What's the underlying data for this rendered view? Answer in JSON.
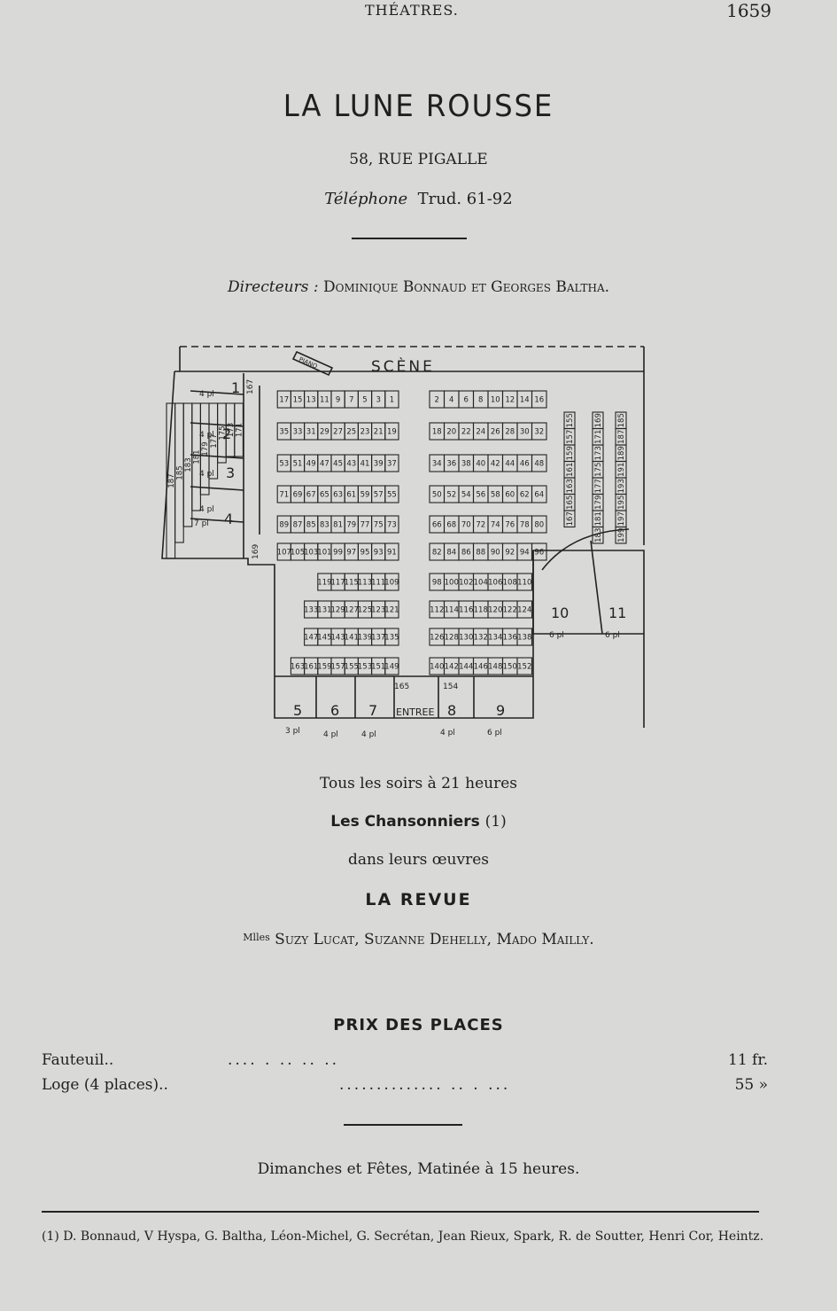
{
  "running_head": "THÉATRES.",
  "page_number": "1659",
  "title": "LA LUNE ROUSSE",
  "address": "58, RUE PIGALLE",
  "telephone": {
    "label": "Téléphone",
    "value": "Trud. 61-92"
  },
  "directors": {
    "label": "Directeurs :",
    "text": "Dominique Bonnaud et Georges Baltha."
  },
  "plan": {
    "scene": "SCÈNE",
    "piano": "PIANO",
    "entrance": "ENTREE",
    "rows_left": [
      [
        "17",
        "15",
        "13",
        "11",
        "9",
        "7",
        "5",
        "3",
        "1"
      ],
      [
        "35",
        "33",
        "31",
        "29",
        "27",
        "25",
        "23",
        "21",
        "19"
      ],
      [
        "53",
        "51",
        "49",
        "47",
        "45",
        "43",
        "41",
        "39",
        "37"
      ],
      [
        "71",
        "69",
        "67",
        "65",
        "63",
        "61",
        "59",
        "57",
        "55"
      ],
      [
        "89",
        "87",
        "85",
        "83",
        "81",
        "79",
        "77",
        "75",
        "73"
      ],
      [
        "107",
        "105",
        "103",
        "101",
        "99",
        "97",
        "95",
        "93",
        "91"
      ],
      [
        "119",
        "117",
        "115",
        "113",
        "111",
        "109"
      ],
      [
        "133",
        "131",
        "129",
        "127",
        "125",
        "123",
        "121"
      ],
      [
        "147",
        "145",
        "143",
        "141",
        "139",
        "137",
        "135"
      ],
      [
        "163",
        "161",
        "159",
        "157",
        "155",
        "153",
        "151",
        "149"
      ]
    ],
    "rows_right": [
      [
        "2",
        "4",
        "6",
        "8",
        "10",
        "12",
        "14",
        "16"
      ],
      [
        "18",
        "20",
        "22",
        "24",
        "26",
        "28",
        "30",
        "32"
      ],
      [
        "34",
        "36",
        "38",
        "40",
        "42",
        "44",
        "46",
        "48"
      ],
      [
        "50",
        "52",
        "54",
        "56",
        "58",
        "60",
        "62",
        "64"
      ],
      [
        "66",
        "68",
        "70",
        "72",
        "74",
        "76",
        "78",
        "80"
      ],
      [
        "82",
        "84",
        "86",
        "88",
        "90",
        "92",
        "94",
        "96"
      ],
      [
        "98",
        "100",
        "102",
        "104",
        "106",
        "108",
        "110"
      ],
      [
        "112",
        "114",
        "116",
        "118",
        "120",
        "122",
        "124"
      ],
      [
        "126",
        "128",
        "130",
        "132",
        "134",
        "136",
        "138"
      ],
      [
        "140",
        "142",
        "144",
        "146",
        "148",
        "150",
        "152"
      ]
    ],
    "side_left": [
      "187",
      "185",
      "183",
      "181",
      "179",
      "177",
      "175",
      "173",
      "171"
    ],
    "side_right_cols": [
      [
        "155",
        "157",
        "159",
        "161",
        "163",
        "165",
        "167"
      ],
      [
        "169",
        "171",
        "173",
        "175",
        "177",
        "179",
        "181",
        "183"
      ],
      [
        "185",
        "187",
        "189",
        "191",
        "193",
        "195",
        "197",
        "199"
      ]
    ],
    "extra_numbers": [
      "165",
      "154",
      "167",
      "169"
    ],
    "loges": [
      "1",
      "2",
      "3",
      "4",
      "5",
      "6",
      "7",
      "8",
      "9",
      "10",
      "11"
    ],
    "loge_notes": [
      "4 pl",
      "4 pl",
      "4 pl",
      "4 pl",
      "7 pl",
      "3 pl",
      "4 pl",
      "4 pl",
      "4 pl",
      "6 pl",
      "6 pl",
      "6 pl"
    ]
  },
  "show": {
    "time": "Tous les soirs à 21 heures",
    "artists": "Les Chansonniers",
    "artists_note": "(1)",
    "works": "dans leurs œuvres",
    "revue": "LA REVUE",
    "cast_prefix": "Mlles",
    "cast": "Suzy Lucat, Suzanne Dehelly, Mado Mailly."
  },
  "prices": {
    "heading": "PRIX DES PLACES",
    "rows": [
      {
        "label": "Fauteuil..",
        "dots": ".... .          ..          ..        ..",
        "value": "11 fr."
      },
      {
        "label": "Loge (4 places)..",
        "dots": "..............         .. .        ...",
        "value": "55  »"
      }
    ]
  },
  "sundays": "Dimanches et Fêtes, Matinée à 15 heures.",
  "footnote": "(1) D. Bonnaud, V Hyspa, G. Baltha, Léon-Michel, G. Secrétan, Jean Rieux, Spark, R. de Soutter, Henri Cor, Heintz."
}
